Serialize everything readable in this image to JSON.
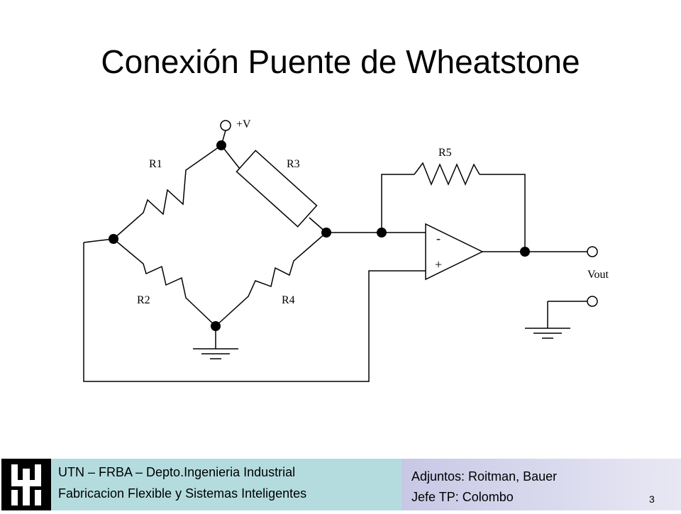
{
  "slide": {
    "title": "Conexión Puente de Wheatstone",
    "page_number": "3"
  },
  "diagram": {
    "labels": {
      "vplus": "+V",
      "r1": "R1",
      "r2": "R2",
      "r3": "R3",
      "r4": "R4",
      "r5": "R5",
      "vout": "Vout",
      "minus": "-",
      "plus": "+"
    }
  },
  "footer": {
    "line1": "UTN – FRBA – Depto.Ingenieria Industrial",
    "line2": "Fabricacion Flexible y Sistemas Inteligentes",
    "right1": "Adjuntos: Roitman, Bauer",
    "right2": "Jefe TP: Colombo"
  },
  "logo": {
    "text": "UTN",
    "color": "#000000"
  },
  "colors": {
    "footer_left_band": "#b4dcdf",
    "footer_right_band": "#c8c8e6"
  }
}
